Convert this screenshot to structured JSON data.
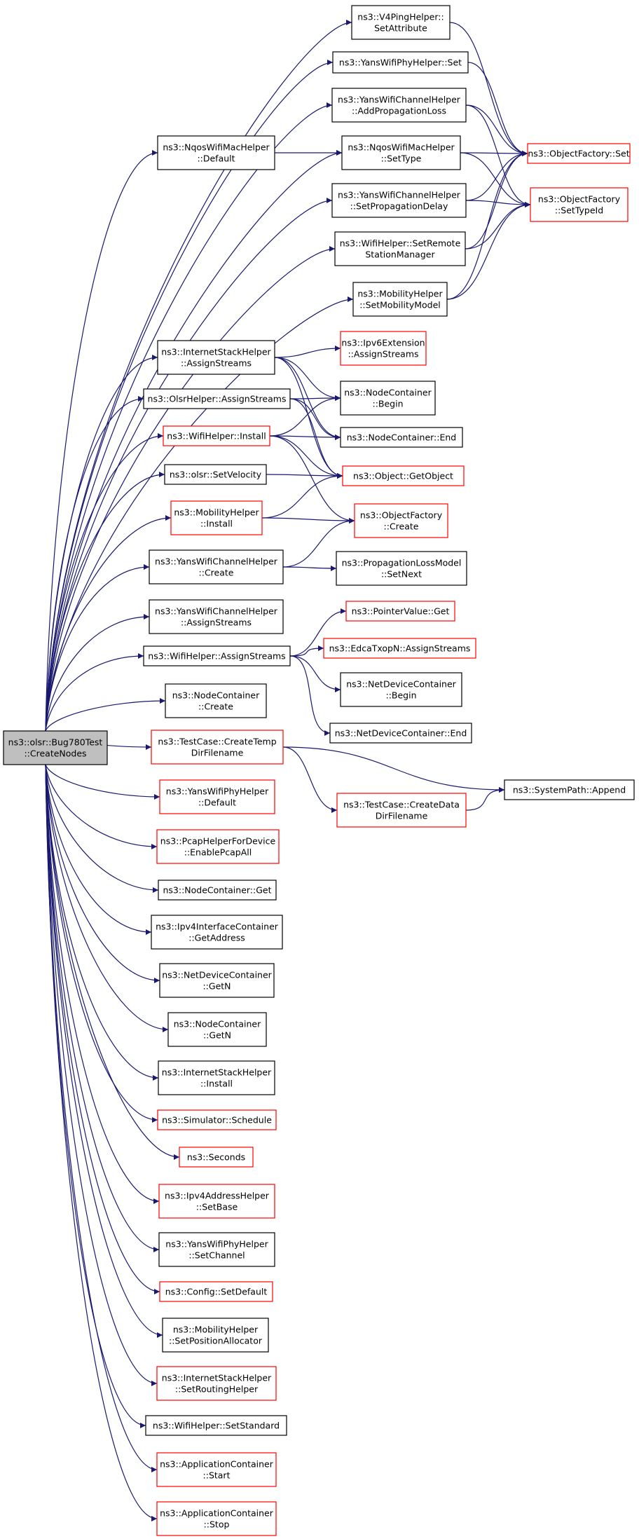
{
  "colors": {
    "edge": "#191970",
    "root_fill": "#bfbfbf",
    "node_fill": "#ffffff",
    "border_documented": "#000000",
    "border_undocumented": "#ff0000"
  },
  "nodes": [
    {
      "id": "root",
      "lines": [
        "ns3::olsr::Bug780Test",
        "::CreateNodes"
      ],
      "style": "root"
    },
    {
      "id": "v4ping_setattribute",
      "lines": [
        "ns3::V4PingHelper::",
        "SetAttribute"
      ],
      "style": "black"
    },
    {
      "id": "yansphy_set",
      "lines": [
        "ns3::YansWifiPhyHelper::Set"
      ],
      "style": "black"
    },
    {
      "id": "yanschan_addprop",
      "lines": [
        "ns3::YansWifiChannelHelper",
        "::AddPropagationLoss"
      ],
      "style": "black"
    },
    {
      "id": "nqos_default",
      "lines": [
        "ns3::NqosWifiMacHelper",
        "::Default"
      ],
      "style": "black"
    },
    {
      "id": "nqos_settype",
      "lines": [
        "ns3::NqosWifiMacHelper",
        "::SetType"
      ],
      "style": "black"
    },
    {
      "id": "objfactory_set",
      "lines": [
        "ns3::ObjectFactory::Set"
      ],
      "style": "red"
    },
    {
      "id": "yanschan_setpropdelay",
      "lines": [
        "ns3::YansWifiChannelHelper",
        "::SetPropagationDelay"
      ],
      "style": "black"
    },
    {
      "id": "objfactory_settypeid",
      "lines": [
        "ns3::ObjectFactory",
        "::SetTypeId"
      ],
      "style": "red"
    },
    {
      "id": "wifi_setremote",
      "lines": [
        "ns3::WifiHelper::SetRemote",
        "StationManager"
      ],
      "style": "black"
    },
    {
      "id": "mobility_setmodel",
      "lines": [
        "ns3::MobilityHelper",
        "::SetMobilityModel"
      ],
      "style": "black"
    },
    {
      "id": "inet_assignstreams",
      "lines": [
        "ns3::InternetStackHelper",
        "::AssignStreams"
      ],
      "style": "black"
    },
    {
      "id": "ipv6ext_assign",
      "lines": [
        "ns3::Ipv6Extension",
        "::AssignStreams"
      ],
      "style": "red"
    },
    {
      "id": "olsrhelper_assign",
      "lines": [
        "ns3::OlsrHelper::AssignStreams"
      ],
      "style": "black"
    },
    {
      "id": "nodecont_begin",
      "lines": [
        "ns3::NodeContainer",
        "::Begin"
      ],
      "style": "black"
    },
    {
      "id": "wifi_install",
      "lines": [
        "ns3::WifiHelper::Install"
      ],
      "style": "red"
    },
    {
      "id": "nodecont_end",
      "lines": [
        "ns3::NodeContainer::End"
      ],
      "style": "black"
    },
    {
      "id": "olsr_setvelocity",
      "lines": [
        "ns3::olsr::SetVelocity"
      ],
      "style": "black"
    },
    {
      "id": "object_getobject",
      "lines": [
        "ns3::Object::GetObject"
      ],
      "style": "red"
    },
    {
      "id": "mobility_install",
      "lines": [
        "ns3::MobilityHelper",
        "::Install"
      ],
      "style": "red"
    },
    {
      "id": "objfactory_create",
      "lines": [
        "ns3::ObjectFactory",
        "::Create"
      ],
      "style": "red"
    },
    {
      "id": "yanschan_create",
      "lines": [
        "ns3::YansWifiChannelHelper",
        "::Create"
      ],
      "style": "black"
    },
    {
      "id": "proploss_setnext",
      "lines": [
        "ns3::PropagationLossModel",
        "::SetNext"
      ],
      "style": "black"
    },
    {
      "id": "yanschan_assign",
      "lines": [
        "ns3::YansWifiChannelHelper",
        "::AssignStreams"
      ],
      "style": "black"
    },
    {
      "id": "pointervalue_get",
      "lines": [
        "ns3::PointerValue::Get"
      ],
      "style": "red"
    },
    {
      "id": "wifi_assignstreams",
      "lines": [
        "ns3::WifiHelper::AssignStreams"
      ],
      "style": "black"
    },
    {
      "id": "edca_assign",
      "lines": [
        "ns3::EdcaTxopN::AssignStreams"
      ],
      "style": "red"
    },
    {
      "id": "netdevcont_begin",
      "lines": [
        "ns3::NetDeviceContainer",
        "::Begin"
      ],
      "style": "black"
    },
    {
      "id": "nodecont_create",
      "lines": [
        "ns3::NodeContainer",
        "::Create"
      ],
      "style": "black"
    },
    {
      "id": "netdevcont_end",
      "lines": [
        "ns3::NetDeviceContainer::End"
      ],
      "style": "black"
    },
    {
      "id": "testcase_createtemp",
      "lines": [
        "ns3::TestCase::CreateTemp",
        "DirFilename"
      ],
      "style": "red"
    },
    {
      "id": "systempath_append",
      "lines": [
        "ns3::SystemPath::Append"
      ],
      "style": "black"
    },
    {
      "id": "yansphy_default",
      "lines": [
        "ns3::YansWifiPhyHelper",
        "::Default"
      ],
      "style": "red"
    },
    {
      "id": "testcase_createdata",
      "lines": [
        "ns3::TestCase::CreateData",
        "DirFilename"
      ],
      "style": "red"
    },
    {
      "id": "pcap_enableall",
      "lines": [
        "ns3::PcapHelperForDevice",
        "::EnablePcapAll"
      ],
      "style": "red"
    },
    {
      "id": "nodecont_get",
      "lines": [
        "ns3::NodeContainer::Get"
      ],
      "style": "black"
    },
    {
      "id": "ipv4if_getaddress",
      "lines": [
        "ns3::Ipv4InterfaceContainer",
        "::GetAddress"
      ],
      "style": "black"
    },
    {
      "id": "netdevcont_getn",
      "lines": [
        "ns3::NetDeviceContainer",
        "::GetN"
      ],
      "style": "black"
    },
    {
      "id": "nodecont_getn",
      "lines": [
        "ns3::NodeContainer",
        "::GetN"
      ],
      "style": "black"
    },
    {
      "id": "inet_install",
      "lines": [
        "ns3::InternetStackHelper",
        "::Install"
      ],
      "style": "black"
    },
    {
      "id": "sim_schedule",
      "lines": [
        "ns3::Simulator::Schedule"
      ],
      "style": "red"
    },
    {
      "id": "seconds",
      "lines": [
        "ns3::Seconds"
      ],
      "style": "red"
    },
    {
      "id": "ipv4addr_setbase",
      "lines": [
        "ns3::Ipv4AddressHelper",
        "::SetBase"
      ],
      "style": "red"
    },
    {
      "id": "yansphy_setchannel",
      "lines": [
        "ns3::YansWifiPhyHelper",
        "::SetChannel"
      ],
      "style": "black"
    },
    {
      "id": "config_setdefault",
      "lines": [
        "ns3::Config::SetDefault"
      ],
      "style": "red"
    },
    {
      "id": "mobility_setposalloc",
      "lines": [
        "ns3::MobilityHelper",
        "::SetPositionAllocator"
      ],
      "style": "black"
    },
    {
      "id": "inet_setrouting",
      "lines": [
        "ns3::InternetStackHelper",
        "::SetRoutingHelper"
      ],
      "style": "red"
    },
    {
      "id": "wifi_setstandard",
      "lines": [
        "ns3::WifiHelper::SetStandard"
      ],
      "style": "black"
    },
    {
      "id": "appcont_start",
      "lines": [
        "ns3::ApplicationContainer",
        "::Start"
      ],
      "style": "red"
    },
    {
      "id": "appcont_stop",
      "lines": [
        "ns3::ApplicationContainer",
        "::Stop"
      ],
      "style": "red"
    }
  ],
  "edges": [
    [
      "root",
      "v4ping_setattribute"
    ],
    [
      "root",
      "yansphy_set"
    ],
    [
      "root",
      "yanschan_addprop"
    ],
    [
      "root",
      "nqos_default"
    ],
    [
      "root",
      "nqos_settype"
    ],
    [
      "root",
      "yanschan_setpropdelay"
    ],
    [
      "root",
      "wifi_setremote"
    ],
    [
      "root",
      "mobility_setmodel"
    ],
    [
      "root",
      "inet_assignstreams"
    ],
    [
      "root",
      "olsrhelper_assign"
    ],
    [
      "root",
      "wifi_install"
    ],
    [
      "root",
      "olsr_setvelocity"
    ],
    [
      "root",
      "mobility_install"
    ],
    [
      "root",
      "yanschan_create"
    ],
    [
      "root",
      "yanschan_assign"
    ],
    [
      "root",
      "wifi_assignstreams"
    ],
    [
      "root",
      "nodecont_create"
    ],
    [
      "root",
      "testcase_createtemp"
    ],
    [
      "root",
      "yansphy_default"
    ],
    [
      "root",
      "pcap_enableall"
    ],
    [
      "root",
      "nodecont_get"
    ],
    [
      "root",
      "ipv4if_getaddress"
    ],
    [
      "root",
      "netdevcont_getn"
    ],
    [
      "root",
      "nodecont_getn"
    ],
    [
      "root",
      "inet_install"
    ],
    [
      "root",
      "sim_schedule"
    ],
    [
      "root",
      "seconds"
    ],
    [
      "root",
      "ipv4addr_setbase"
    ],
    [
      "root",
      "yansphy_setchannel"
    ],
    [
      "root",
      "config_setdefault"
    ],
    [
      "root",
      "mobility_setposalloc"
    ],
    [
      "root",
      "inet_setrouting"
    ],
    [
      "root",
      "wifi_setstandard"
    ],
    [
      "root",
      "appcont_start"
    ],
    [
      "root",
      "appcont_stop"
    ],
    [
      "v4ping_setattribute",
      "objfactory_set"
    ],
    [
      "yansphy_set",
      "objfactory_set"
    ],
    [
      "yanschan_addprop",
      "objfactory_set"
    ],
    [
      "yanschan_addprop",
      "objfactory_settypeid"
    ],
    [
      "nqos_default",
      "nqos_settype"
    ],
    [
      "nqos_settype",
      "objfactory_set"
    ],
    [
      "nqos_settype",
      "objfactory_settypeid"
    ],
    [
      "yanschan_setpropdelay",
      "objfactory_set"
    ],
    [
      "yanschan_setpropdelay",
      "objfactory_settypeid"
    ],
    [
      "wifi_setremote",
      "objfactory_set"
    ],
    [
      "wifi_setremote",
      "objfactory_settypeid"
    ],
    [
      "mobility_setmodel",
      "objfactory_set"
    ],
    [
      "mobility_setmodel",
      "objfactory_settypeid"
    ],
    [
      "inet_assignstreams",
      "ipv6ext_assign"
    ],
    [
      "inet_assignstreams",
      "nodecont_begin"
    ],
    [
      "inet_assignstreams",
      "nodecont_end"
    ],
    [
      "inet_assignstreams",
      "object_getobject"
    ],
    [
      "olsrhelper_assign",
      "nodecont_begin"
    ],
    [
      "olsrhelper_assign",
      "nodecont_end"
    ],
    [
      "olsrhelper_assign",
      "object_getobject"
    ],
    [
      "wifi_install",
      "nodecont_begin"
    ],
    [
      "wifi_install",
      "nodecont_end"
    ],
    [
      "wifi_install",
      "object_getobject"
    ],
    [
      "wifi_install",
      "objfactory_create"
    ],
    [
      "olsr_setvelocity",
      "object_getobject"
    ],
    [
      "mobility_install",
      "object_getobject"
    ],
    [
      "mobility_install",
      "objfactory_create"
    ],
    [
      "yanschan_create",
      "objfactory_create"
    ],
    [
      "yanschan_create",
      "proploss_setnext"
    ],
    [
      "wifi_assignstreams",
      "pointervalue_get"
    ],
    [
      "wifi_assignstreams",
      "edca_assign"
    ],
    [
      "wifi_assignstreams",
      "netdevcont_begin"
    ],
    [
      "wifi_assignstreams",
      "netdevcont_end"
    ],
    [
      "testcase_createtemp",
      "systempath_append"
    ],
    [
      "testcase_createtemp",
      "testcase_createdata"
    ],
    [
      "testcase_createdata",
      "systempath_append"
    ]
  ]
}
